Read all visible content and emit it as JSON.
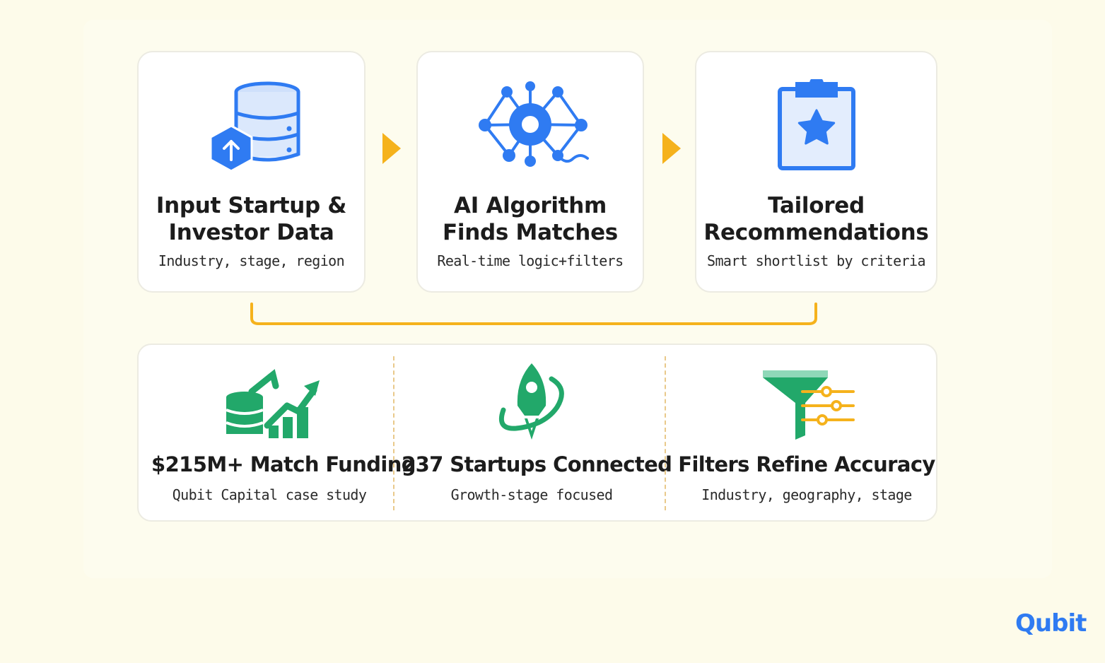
{
  "steps": [
    {
      "title_line1": "Input Startup &",
      "title_line2": "Investor Data",
      "subtitle": "Industry, stage, region",
      "icon": "database-upload-icon"
    },
    {
      "title_line1": "AI Algorithm",
      "title_line2": "Finds Matches",
      "subtitle": "Real-time logic+filters",
      "icon": "neural-network-icon"
    },
    {
      "title_line1": "Tailored",
      "title_line2": "Recommendations",
      "subtitle": "Smart shortlist by criteria",
      "icon": "clipboard-star-icon"
    }
  ],
  "stats": [
    {
      "value": "$215M+ Match Funding",
      "subtitle": "Qubit Capital case study",
      "icon": "growth-chart-icon"
    },
    {
      "value": "237 Startups Connected",
      "subtitle": "Growth-stage focused",
      "icon": "rocket-icon"
    },
    {
      "value": "Filters Refine Accuracy",
      "subtitle": "Industry, geography, stage",
      "icon": "funnel-filter-icon"
    }
  ],
  "brand": {
    "logo": "Qubit"
  },
  "colors": {
    "blue": "#2f7bf2",
    "green": "#22a86a",
    "orange": "#f5b21c",
    "background": "#fdfbea"
  }
}
